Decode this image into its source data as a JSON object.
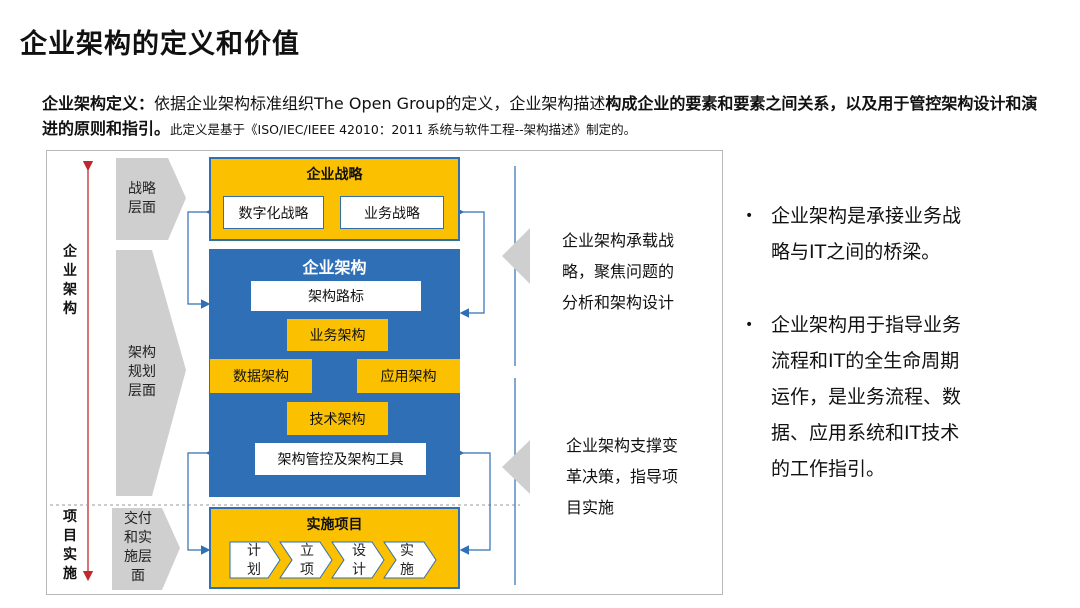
{
  "title": "企业架构的定义和价值",
  "definition": {
    "label": "企业架构定义：",
    "part1": "依据企业架构标准组织The Open Group的定义，企业架构描述",
    "bold1": "构成企业的要素和要素之间关系，以及用于管控架构设计和演进的原则和指引。",
    "note": "此定义是基于《ISO/IEC/IEEE 42010：2011 系统与软件工程--架构描述》制定的。"
  },
  "diagram": {
    "side_labels": {
      "enterprise_arch": "企业架构",
      "project_impl": "项目实施"
    },
    "layers": {
      "strategy": "战略层面",
      "planning": "架构规划层面",
      "delivery": "交付和实施层面"
    },
    "strategy_box": {
      "title": "企业战略",
      "items": [
        "数字化战略",
        "业务战略"
      ]
    },
    "ea_box": {
      "title": "企业架构",
      "roadmap": "架构路标",
      "business": "业务架构",
      "data": "数据架构",
      "application": "应用架构",
      "technology": "技术架构",
      "governance": "架构管控及架构工具"
    },
    "impl_box": {
      "title": "实施项目",
      "steps": [
        "计划",
        "立项",
        "设计",
        "实施"
      ]
    },
    "right_notes": {
      "top": [
        "企业架构承载战",
        "略，聚焦问题的",
        "分析和架构设计"
      ],
      "bottom": [
        "企业架构支撑变",
        "革决策，指导项",
        "目实施"
      ]
    }
  },
  "bullets": [
    [
      "企业架构是承接业务战",
      "略与IT之间的桥梁。"
    ],
    [
      "企业架构用于指导业务",
      "流程和IT的全生命周期",
      "运作，是业务流程、数",
      "据、应用系统和IT技术",
      "的工作指引。"
    ]
  ],
  "colors": {
    "blue": "#2f6fb5",
    "yellow": "#fbc000",
    "gray": "#cfcfcf",
    "red_arrow": "#c0282e"
  }
}
